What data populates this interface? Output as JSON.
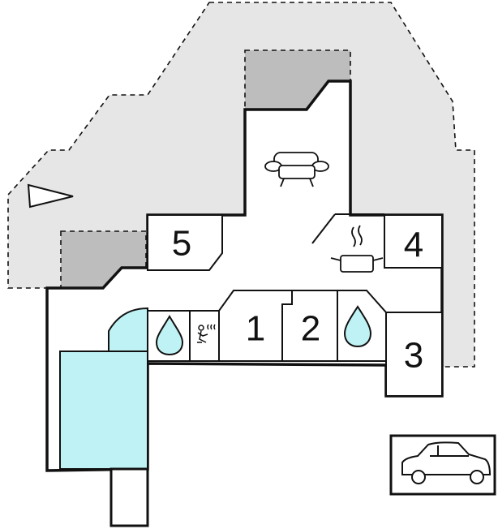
{
  "colors": {
    "outdoor_area": "#e6e6e6",
    "covered_area": "#bdbdbd",
    "water": "#bff2f4",
    "wall": "#111111",
    "floor": "#ffffff"
  },
  "icons": [
    "north-arrow-icon",
    "sofa-icon",
    "cooking-pot-icon",
    "water-drop-icon",
    "sauna-icon",
    "car-icon"
  ],
  "rooms": [
    {
      "id": "bedroom-1",
      "label": "1"
    },
    {
      "id": "bedroom-2",
      "label": "2"
    },
    {
      "id": "bedroom-3",
      "label": "3"
    },
    {
      "id": "bedroom-4",
      "label": "4"
    },
    {
      "id": "bedroom-5",
      "label": "5"
    }
  ]
}
